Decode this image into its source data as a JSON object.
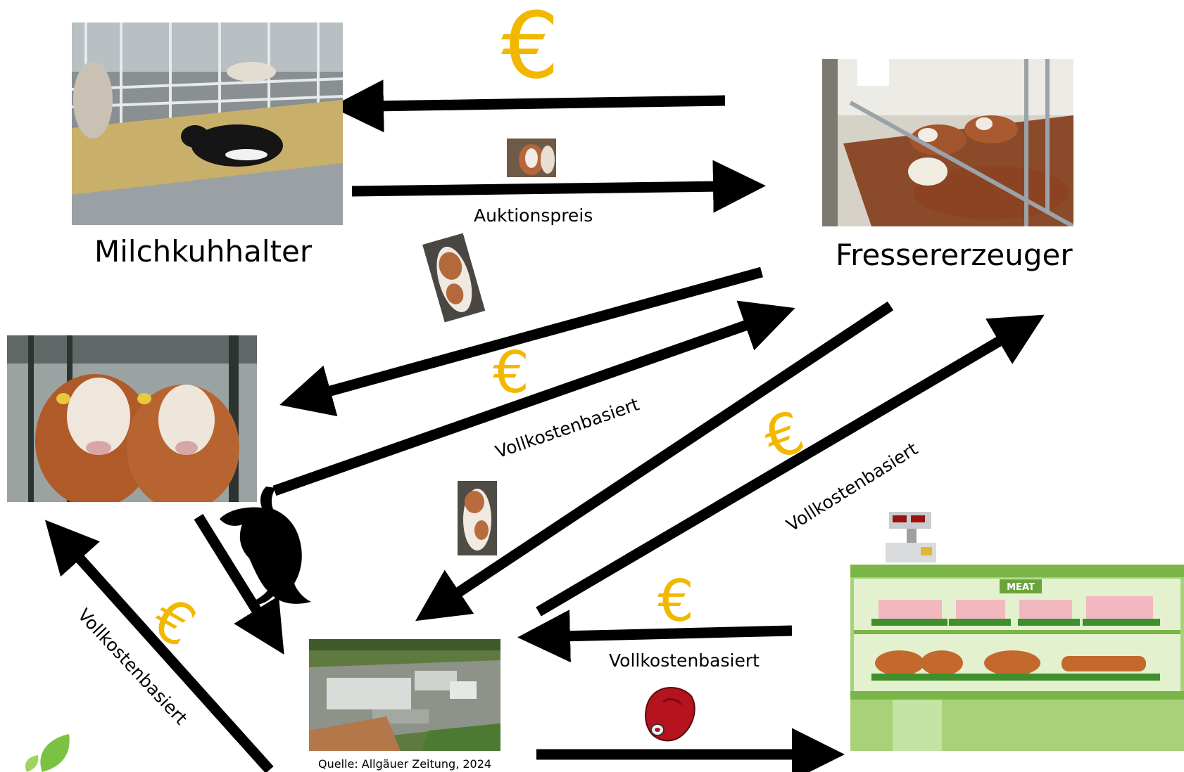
{
  "nodes": {
    "milk_farmer": "Milchkuhhalter",
    "calf_rearer": "Fressererzeuger"
  },
  "flows": {
    "calf_price": "Auktionspreis",
    "fattener_rearer": "Vollkostenbasiert",
    "rearer_slaughter": "Vollkostenbasiert",
    "retail_slaughter": "Vollkostenbasiert",
    "slaughter_fattener": "Vollkostenbasiert"
  },
  "currency_symbol": "€",
  "source_note": "Quelle: Allgäuer Zeitung, 2024",
  "colors": {
    "arrow": "#000000",
    "euro": "#f2b800",
    "leaf": "#7cc242"
  },
  "icons": [
    "euro-icon",
    "calf-icon",
    "bull-silhouette-icon",
    "meat-icon"
  ]
}
